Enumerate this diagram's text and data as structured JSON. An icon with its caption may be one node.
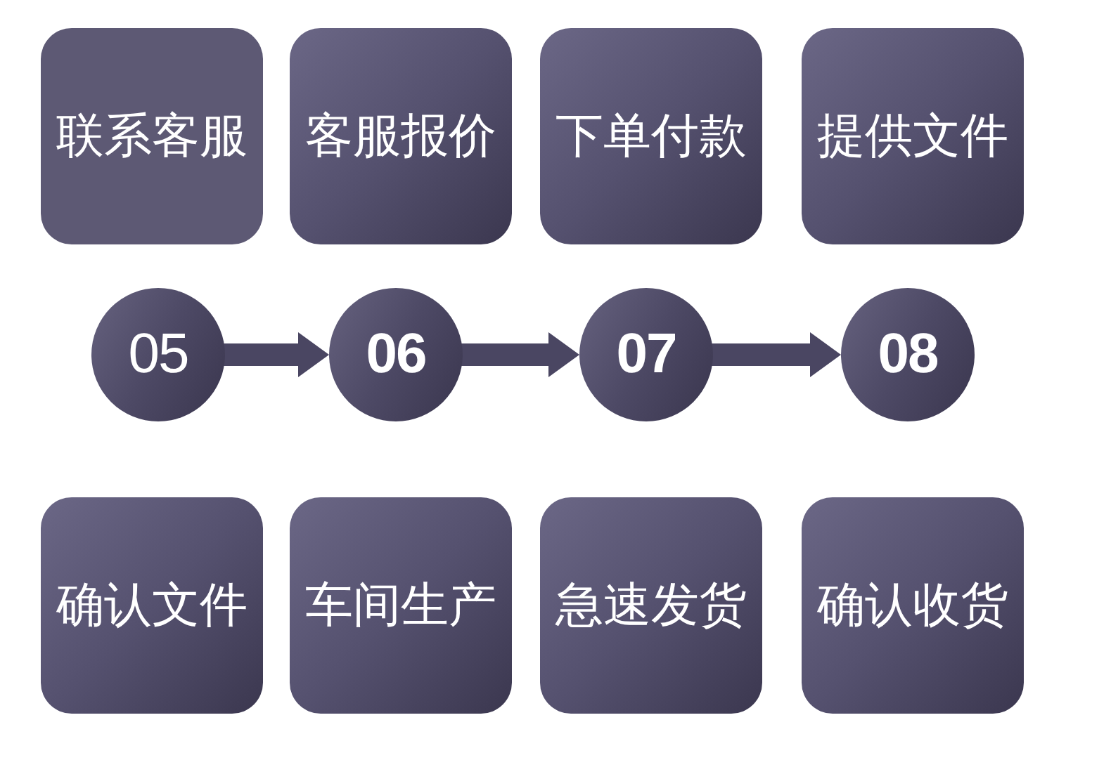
{
  "diagram": {
    "nodes": [
      {
        "text": [
          "联系客服"
        ]
      },
      {
        "text": [
          "客服报价"
        ]
      },
      {
        "text": [
          "下单付款"
        ]
      },
      {
        "text": [
          "提供文件"
        ]
      },
      {
        "text": [
          "05"
        ]
      },
      {
        "text": [
          "06"
        ]
      },
      {
        "text": [
          "07"
        ]
      },
      {
        "text": [
          "08"
        ]
      },
      {
        "text": [
          "确认文件"
        ]
      },
      {
        "text": [
          "车间生产"
        ]
      },
      {
        "text": [
          "急速发货"
        ]
      },
      {
        "text": [
          "确认收货"
        ]
      }
    ],
    "edges": [
      {
        "from": 4,
        "to": 5,
        "arrow": "to"
      },
      {
        "from": 5,
        "to": 6,
        "arrow": "to"
      },
      {
        "from": 6,
        "to": 7,
        "arrow": "to"
      }
    ]
  }
}
